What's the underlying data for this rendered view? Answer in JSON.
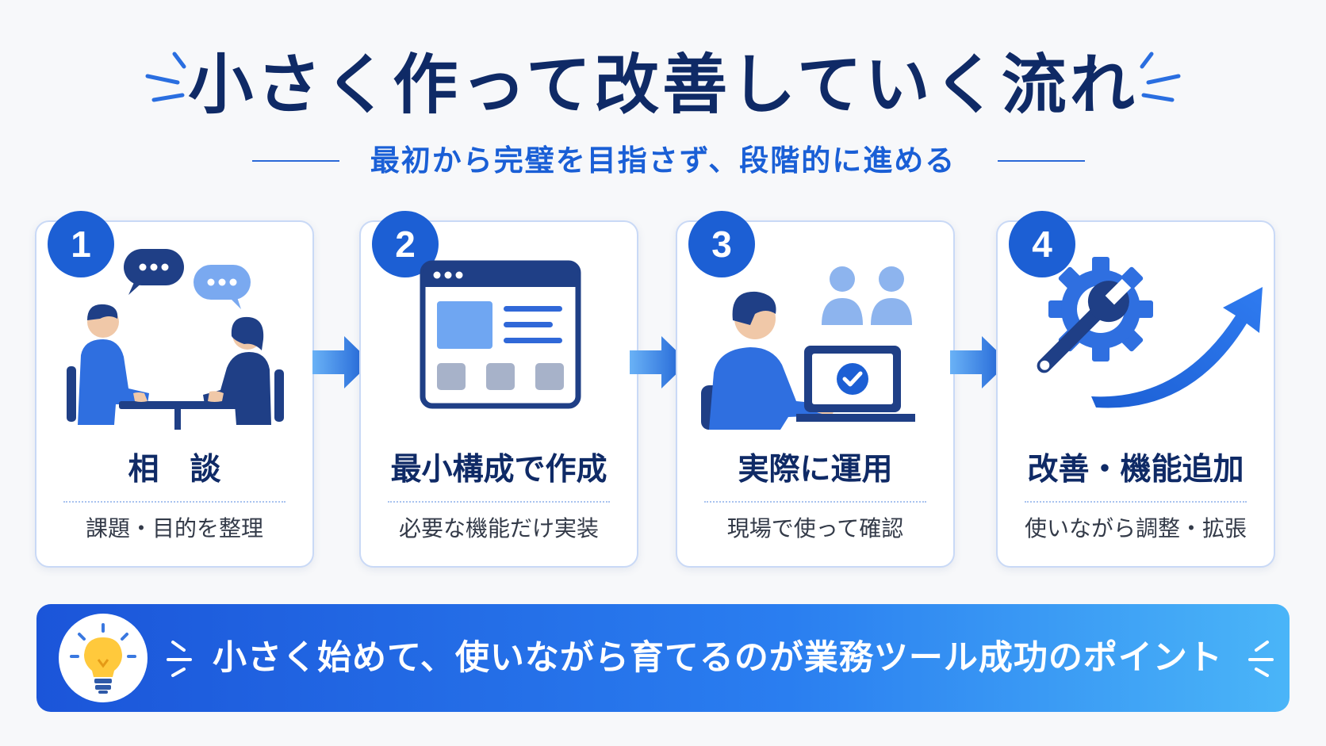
{
  "title": "小さく作って改善していく流れ",
  "subtitle": "最初から完璧を目指さず、段階的に進める",
  "steps": [
    {
      "number": "1",
      "title": "相　談",
      "description": "課題・目的を整理",
      "icon": "consultation-icon"
    },
    {
      "number": "2",
      "title": "最小構成で作成",
      "description": "必要な機能だけ実装",
      "icon": "browser-window-icon"
    },
    {
      "number": "3",
      "title": "実際に運用",
      "description": "現場で使って確認",
      "icon": "laptop-user-icon"
    },
    {
      "number": "4",
      "title": "改善・機能追加",
      "description": "使いながら調整・拡張",
      "icon": "gear-wrench-arrow-icon"
    }
  ],
  "banner": {
    "text": "小さく始めて、使いながら育てるのが業務ツール成功のポイント",
    "icon": "lightbulb-icon"
  },
  "colors": {
    "primary": "#1c5fd4",
    "navy": "#0f2a66",
    "light_blue": "#6fa6f2",
    "banner_start": "#1b55d9",
    "banner_end": "#4ab5f8"
  }
}
